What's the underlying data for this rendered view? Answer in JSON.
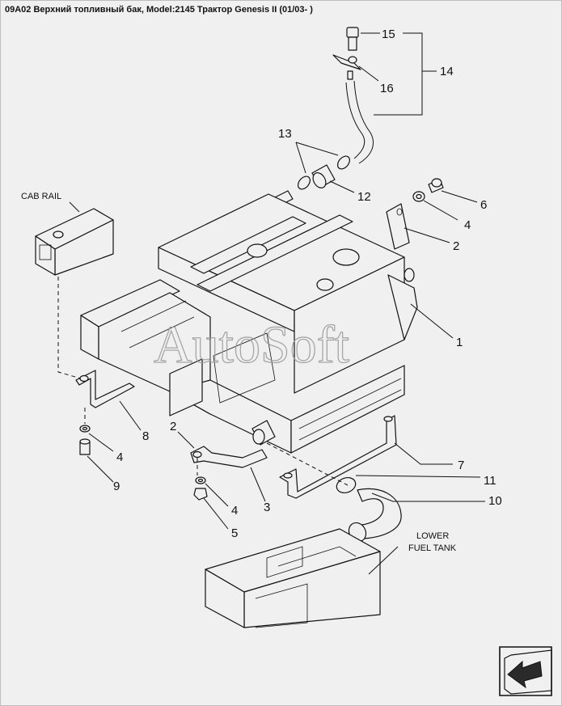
{
  "title": "09A02 Верхний топливный бак, Model:2145 Трактор Genesis II (01/03- )",
  "watermark": "AutoSoft",
  "labels": {
    "cab_rail": "CAB RAIL",
    "lower_fuel_tank_l1": "LOWER",
    "lower_fuel_tank_l2": "FUEL TANK"
  },
  "callouts": {
    "c15": "15",
    "c14": "14",
    "c16": "16",
    "c13": "13",
    "c12": "12",
    "c6": "6",
    "c4a": "4",
    "c2a": "2",
    "c1": "1",
    "c8": "8",
    "c4b": "4",
    "c9": "9",
    "c2b": "2",
    "c3": "3",
    "c4c": "4",
    "c5": "5",
    "c7": "7",
    "c11": "11",
    "c10": "10"
  },
  "nav": {
    "icon": "arrow-nav-icon"
  },
  "colors": {
    "background": "#f0f0f0",
    "line": "#111111",
    "watermark": "#9a9a9a"
  }
}
